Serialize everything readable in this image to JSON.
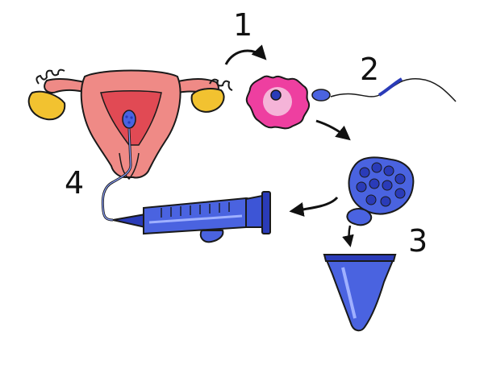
{
  "steps": [
    {
      "label": "1",
      "meaning": "egg-retrieval"
    },
    {
      "label": "2",
      "meaning": "fertilization"
    },
    {
      "label": "3",
      "meaning": "embryo-culture"
    },
    {
      "label": "4",
      "meaning": "embryo-transfer"
    }
  ],
  "colors": {
    "uterus": "#ef8a86",
    "uterus_light": "#f6b2ae",
    "ovary": "#f2c230",
    "egg": "#ee3fa0",
    "egg_center": "#f5b4d8",
    "blue": "#4a63e0",
    "blue_dark": "#2a3bb8",
    "outline": "#1a1a1a"
  },
  "icons": [
    "uterus-icon",
    "egg-cell-icon",
    "sperm-icon",
    "embryo-icon",
    "test-tube-icon",
    "syringe-icon",
    "catheter-icon"
  ]
}
